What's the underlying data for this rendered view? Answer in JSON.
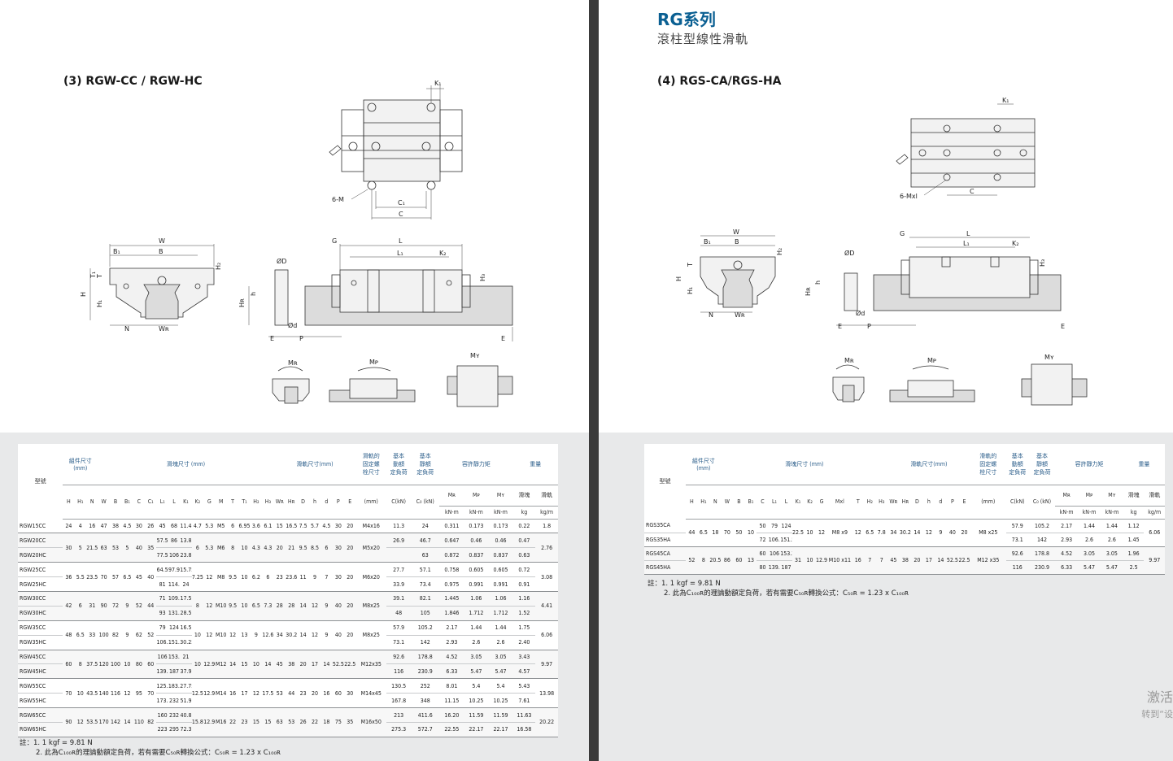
{
  "series": {
    "title": "RG系列",
    "subtitle": "滾柱型線性滑軌"
  },
  "left": {
    "section_title": "(3) RGW-CC / RGW-HC",
    "drawing_labels": {
      "k1": "K₁",
      "m6": "6-M",
      "c1": "C₁",
      "c": "C",
      "w": "W",
      "b1": "B₁",
      "b": "B",
      "h2": "H₂",
      "t1": "T₁",
      "t": "T",
      "h": "H",
      "h1": "H₁",
      "n": "N",
      "wr": "Wʀ",
      "od": "ØD",
      "g": "G",
      "l": "L",
      "l1": "L₁",
      "k2": "K₂",
      "h3": "H₃",
      "hr": "Hʀ",
      "hh": "h",
      "sd": "Ød",
      "e": "E",
      "p": "P",
      "e2": "E",
      "mr": "Mʀ",
      "mp": "Mᴘ",
      "my": "Mʏ"
    }
  },
  "right": {
    "section_title": "(4) RGS-CA/RGS-HA",
    "drawing_labels": {
      "k1": "K₁",
      "m6": "6-Mxl",
      "c": "C",
      "w": "W",
      "b1": "B₁",
      "b": "B",
      "h2": "H₂",
      "t": "T",
      "h": "H",
      "h1": "H₁",
      "n": "N",
      "wr": "Wʀ",
      "od": "ØD",
      "g": "G",
      "l": "L",
      "l1": "L₁",
      "k2": "K₂",
      "h3": "H₃",
      "hr": "Hʀ",
      "hh": "h",
      "sd": "Ød",
      "e": "E",
      "p": "P",
      "e2": "E",
      "mr": "Mʀ",
      "mp": "Mᴘ",
      "my": "Mʏ"
    }
  },
  "table_headers": {
    "model": "型號",
    "assembly": "組件尺寸\n(mm)",
    "block": "滑塊尺寸 (mm)",
    "rail": "滑軌尺寸(mm)",
    "bolt": "滑軌的\n固定螺\n栓尺寸",
    "dyn": "基本\n動額\n定負荷",
    "stat": "基本\n靜額\n定負荷",
    "moment": "容許靜力矩",
    "weight": "重量",
    "block_w": "滑塊",
    "rail_w": "滑軌",
    "mr": "Mʀ",
    "mp": "Mᴘ",
    "my": "Mʏ",
    "unit_mm": "(mm)",
    "unit_c": "C(kN)",
    "unit_c0": "C₀ (kN)",
    "unit_knm": "kN-m",
    "unit_kg": "kg",
    "unit_kgm": "kg/m"
  },
  "left_table": {
    "cols": [
      "H",
      "H₁",
      "N",
      "W",
      "B",
      "B₁",
      "C",
      "C₁",
      "L₁",
      "L",
      "K₁",
      "K₂",
      "G",
      "M",
      "T",
      "T₁",
      "H₂",
      "H₃",
      "Wʀ",
      "Hʀ",
      "D",
      "h",
      "d",
      "P",
      "E"
    ],
    "groups": [
      {
        "rows": [
          [
            "RGW15CC",
            "24",
            "4",
            "16",
            "47",
            "38",
            "4.5",
            "30",
            "26",
            "45",
            "68",
            "11.4",
            "4.7",
            "5.3",
            "M5",
            "6",
            "6.95",
            "3.6",
            "6.1",
            "15",
            "16.5",
            "7.5",
            "5.7",
            "4.5",
            "30",
            "20",
            "M4x16",
            "11.3",
            "24",
            "0.311",
            "0.173",
            "0.173",
            "0.22",
            "1.8"
          ]
        ]
      },
      {
        "shared": [
          "30",
          "5",
          "21.5",
          "63",
          "53",
          "5",
          "40",
          "35"
        ],
        "rows": [
          [
            "RGW20CC",
            "57.5",
            "86",
            "13.8",
            "6",
            "5.3",
            "M6",
            "8",
            "10",
            "4.3",
            "4.3",
            "20",
            "21",
            "9.5",
            "8.5",
            "6",
            "30",
            "20",
            "M5x20",
            "26.9",
            "46.7",
            "0.647",
            "0.46",
            "0.46",
            "0.47",
            "2.76"
          ],
          [
            "RGW20HC",
            "77.5",
            "106",
            "23.8",
            "",
            "",
            "",
            "",
            "",
            "",
            "",
            "",
            "",
            "",
            "",
            "",
            "",
            "",
            "",
            "",
            "63",
            "0.872",
            "0.837",
            "0.837",
            "0.63",
            ""
          ]
        ]
      },
      {
        "shared": [
          "36",
          "5.5",
          "23.5",
          "70",
          "57",
          "6.5",
          "45",
          "40"
        ],
        "rows": [
          [
            "RGW25CC",
            "64.5",
            "97.9",
            "15.75",
            "7.25",
            "12",
            "M8",
            "9.5",
            "10",
            "6.2",
            "6",
            "23",
            "23.6",
            "11",
            "9",
            "7",
            "30",
            "20",
            "M6x20",
            "27.7",
            "57.1",
            "0.758",
            "0.605",
            "0.605",
            "0.72",
            "3.08"
          ],
          [
            "RGW25HC",
            "81",
            "114.4",
            "24",
            "",
            "",
            "",
            "",
            "",
            "",
            "",
            "",
            "",
            "",
            "",
            "",
            "",
            "",
            "",
            "33.9",
            "73.4",
            "0.975",
            "0.991",
            "0.991",
            "0.91",
            ""
          ]
        ]
      },
      {
        "shared": [
          "42",
          "6",
          "31",
          "90",
          "72",
          "9",
          "52",
          "44"
        ],
        "rows": [
          [
            "RGW30CC",
            "71",
            "109.8",
            "17.5",
            "8",
            "12",
            "M10",
            "9.5",
            "10",
            "6.5",
            "7.3",
            "28",
            "28",
            "14",
            "12",
            "9",
            "40",
            "20",
            "M8x25",
            "39.1",
            "82.1",
            "1.445",
            "1.06",
            "1.06",
            "1.16",
            "4.41"
          ],
          [
            "RGW30HC",
            "93",
            "131.8",
            "28.5",
            "",
            "",
            "",
            "",
            "",
            "",
            "",
            "",
            "",
            "",
            "",
            "",
            "",
            "",
            "",
            "48",
            "105",
            "1.846",
            "1.712",
            "1.712",
            "1.52",
            ""
          ]
        ]
      },
      {
        "shared": [
          "48",
          "6.5",
          "33",
          "100",
          "82",
          "9",
          "62",
          "52"
        ],
        "rows": [
          [
            "RGW35CC",
            "79",
            "124",
            "16.5",
            "10",
            "12",
            "M10",
            "12",
            "13",
            "9",
            "12.6",
            "34",
            "30.2",
            "14",
            "12",
            "9",
            "40",
            "20",
            "M8x25",
            "57.9",
            "105.2",
            "2.17",
            "1.44",
            "1.44",
            "1.75",
            "6.06"
          ],
          [
            "RGW35HC",
            "106.5",
            "151.5",
            "30.25",
            "",
            "",
            "",
            "",
            "",
            "",
            "",
            "",
            "",
            "",
            "",
            "",
            "",
            "",
            "",
            "73.1",
            "142",
            "2.93",
            "2.6",
            "2.6",
            "2.40",
            ""
          ]
        ]
      },
      {
        "shared": [
          "60",
          "8",
          "37.5",
          "120",
          "100",
          "10",
          "80",
          "60"
        ],
        "rows": [
          [
            "RGW45CC",
            "106",
            "153.2",
            "21",
            "10",
            "12.9",
            "M12",
            "14",
            "15",
            "10",
            "14",
            "45",
            "38",
            "20",
            "17",
            "14",
            "52.5",
            "22.5",
            "M12x35",
            "92.6",
            "178.8",
            "4.52",
            "3.05",
            "3.05",
            "3.43",
            "9.97"
          ],
          [
            "RGW45HC",
            "139.8",
            "187",
            "37.9",
            "",
            "",
            "",
            "",
            "",
            "",
            "",
            "",
            "",
            "",
            "",
            "",
            "",
            "",
            "",
            "116",
            "230.9",
            "6.33",
            "5.47",
            "5.47",
            "4.57",
            ""
          ]
        ]
      },
      {
        "shared": [
          "70",
          "10",
          "43.5",
          "140",
          "116",
          "12",
          "95",
          "70"
        ],
        "rows": [
          [
            "RGW55CC",
            "125.5",
            "183.7",
            "27.75",
            "12.5",
            "12.9",
            "M14",
            "16",
            "17",
            "12",
            "17.5",
            "53",
            "44",
            "23",
            "20",
            "16",
            "60",
            "30",
            "M14x45",
            "130.5",
            "252",
            "8.01",
            "5.4",
            "5.4",
            "5.43",
            "13.98"
          ],
          [
            "RGW55HC",
            "173.8",
            "232",
            "51.9",
            "",
            "",
            "",
            "",
            "",
            "",
            "",
            "",
            "",
            "",
            "",
            "",
            "",
            "",
            "",
            "167.8",
            "348",
            "11.15",
            "10.25",
            "10.25",
            "7.61",
            ""
          ]
        ]
      },
      {
        "shared": [
          "90",
          "12",
          "53.5",
          "170",
          "142",
          "14",
          "110",
          "82"
        ],
        "rows": [
          [
            "RGW65CC",
            "160",
            "232",
            "40.8",
            "15.8",
            "12.9",
            "M16",
            "22",
            "23",
            "15",
            "15",
            "63",
            "53",
            "26",
            "22",
            "18",
            "75",
            "35",
            "M16x50",
            "213",
            "411.6",
            "16.20",
            "11.59",
            "11.59",
            "11.63",
            "20.22"
          ],
          [
            "RGW65HC",
            "223",
            "295",
            "72.3",
            "",
            "",
            "",
            "",
            "",
            "",
            "",
            "",
            "",
            "",
            "",
            "",
            "",
            "",
            "",
            "275.3",
            "572.7",
            "22.55",
            "22.17",
            "22.17",
            "16.58",
            ""
          ]
        ]
      }
    ]
  },
  "right_table": {
    "cols": [
      "H",
      "H₁",
      "N",
      "W",
      "B",
      "B₁",
      "C",
      "L₁",
      "L",
      "K₁",
      "K₂",
      "G",
      "Mxl",
      "T",
      "H₂",
      "H₃",
      "Wʀ",
      "Hʀ",
      "D",
      "h",
      "d",
      "P",
      "E"
    ],
    "groups": [
      {
        "shared": [
          "44",
          "6.5",
          "18",
          "70",
          "50",
          "10"
        ],
        "rows": [
          [
            "RGS35CA",
            "50",
            "79",
            "124",
            "22.5",
            "10",
            "12",
            "M8 x9",
            "12",
            "6.5",
            "7.8",
            "34",
            "30.2",
            "14",
            "12",
            "9",
            "40",
            "20",
            "M8 x25",
            "57.9",
            "105.2",
            "2.17",
            "1.44",
            "1.44",
            "1.12",
            "6.06"
          ],
          [
            "RGS35HA",
            "72",
            "106.5",
            "151.5",
            "25.25",
            "",
            "",
            "",
            "",
            "",
            "",
            "",
            "",
            "",
            "",
            "",
            "",
            "",
            "",
            "73.1",
            "142",
            "2.93",
            "2.6",
            "2.6",
            "1.45",
            ""
          ]
        ]
      },
      {
        "shared": [
          "52",
          "8",
          "20.5",
          "86",
          "60",
          "13"
        ],
        "rows": [
          [
            "RGS45CA",
            "60",
            "106",
            "153.2",
            "31",
            "10",
            "12.9",
            "M10 x11",
            "16",
            "7",
            "7",
            "45",
            "38",
            "20",
            "17",
            "14",
            "52.5",
            "22.5",
            "M12 x35",
            "92.6",
            "178.8",
            "4.52",
            "3.05",
            "3.05",
            "1.96",
            "9.97"
          ],
          [
            "RGS45HA",
            "80",
            "139.8",
            "187",
            "37.9",
            "",
            "",
            "",
            "",
            "",
            "",
            "",
            "",
            "",
            "",
            "",
            "",
            "",
            "",
            "116",
            "230.9",
            "6.33",
            "5.47",
            "5.47",
            "2.5",
            ""
          ]
        ]
      }
    ]
  },
  "notes": {
    "line1": "註：1.  1 kgf = 9.81 N",
    "line2": "2.  此為C₁₀₀ʀ的理論動額定負荷，若有需要C₅₀ʀ轉換公式：C₅₀ʀ = 1.23 x C₁₀₀ʀ"
  },
  "watermark": {
    "line1": "激活",
    "line2": "转到“设"
  }
}
